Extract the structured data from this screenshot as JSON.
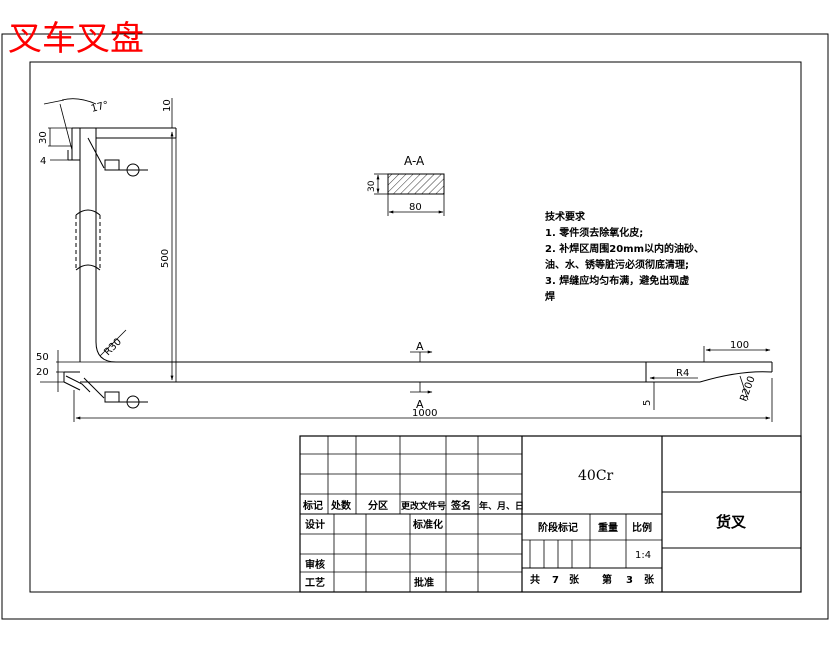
{
  "header": {
    "title": "叉车叉盘"
  },
  "drawing": {
    "dims": {
      "angle": "17°",
      "d10": "10",
      "d30": "30",
      "d4": "4",
      "d500": "500",
      "r30": "R30",
      "d50": "50",
      "d20": "20",
      "d100": "100",
      "r4": "R4",
      "r200": "R200",
      "d5": "5",
      "d1000": "1000"
    },
    "section": {
      "title": "A-A",
      "height": "30",
      "width": "80"
    },
    "cut_marks": {
      "top": "A",
      "bottom": "A"
    },
    "tech": {
      "title": "技术要求",
      "lines": [
        "1. 零件须去除氧化皮;",
        "2. 补焊区周围20mm以内的油砂、",
        "油、水、锈等脏污必须彻底清理;",
        "3. 焊缝应均匀布满，避免出现虚",
        "焊"
      ]
    }
  },
  "title_block": {
    "row_labels": [
      "标记",
      "处数",
      "分区",
      "更改文件号",
      "签名",
      "年、月、日"
    ],
    "design": "设计",
    "standard": "标准化",
    "review": "审核",
    "process": "工艺",
    "approve": "批准",
    "material": "40Cr",
    "stage": "阶段标记",
    "weight": "重量",
    "scale_label": "比例",
    "scale_value": "1:4",
    "sheet_total_prefix": "共",
    "sheet_total": "7",
    "sheet_total_suffix": "张",
    "sheet_no_prefix": "第",
    "sheet_no": "3",
    "sheet_no_suffix": "张",
    "part_name": "货叉"
  }
}
